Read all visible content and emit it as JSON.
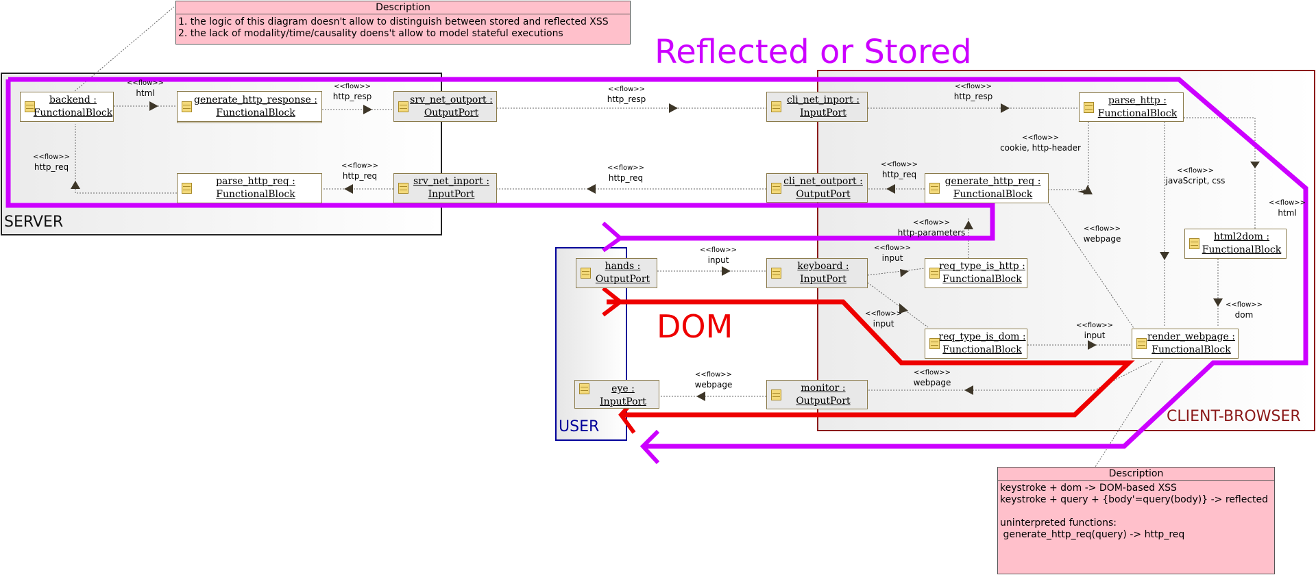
{
  "regions": {
    "server": "SERVER",
    "user": "USER",
    "client": "CLIENT-BROWSER"
  },
  "headings": {
    "reflected": "Reflected or Stored",
    "dom": "DOM"
  },
  "colors": {
    "magenta": "#cc00ff",
    "red": "#ee0000",
    "note_fill": "#ffc0cb",
    "user_border": "#000099",
    "client_border": "#8b1a1a"
  },
  "blocks": {
    "backend": [
      "backend :",
      "FunctionalBlock"
    ],
    "gen_resp": [
      "generate_http_response :",
      "FunctionalBlock"
    ],
    "srv_out": [
      "srv_net_outport :",
      "OutputPort"
    ],
    "cli_in": [
      "cli_net_inport :",
      "InputPort"
    ],
    "parse_http": [
      "parse_http :",
      "FunctionalBlock"
    ],
    "parse_req": [
      "parse_http_req :",
      "FunctionalBlock"
    ],
    "srv_in": [
      "srv_net_inport :",
      "InputPort"
    ],
    "cli_out": [
      "cli_net_outport :",
      "OutputPort"
    ],
    "gen_req": [
      "generate_http_req :",
      "FunctionalBlock"
    ],
    "html2dom": [
      "html2dom :",
      "FunctionalBlock"
    ],
    "hands": [
      "hands :",
      "OutputPort"
    ],
    "keyboard": [
      "keyboard :",
      "InputPort"
    ],
    "req_http": [
      "req_type_is_http :",
      "FunctionalBlock"
    ],
    "req_dom": [
      "req_type_is_dom :",
      "FunctionalBlock"
    ],
    "render": [
      "render_webpage :",
      "FunctionalBlock"
    ],
    "eye": [
      "eye : InputPort"
    ],
    "monitor": [
      "monitor :",
      "OutputPort"
    ]
  },
  "flows": {
    "stereotype": "<<flow>>",
    "html1": "html",
    "http_resp1": "http_resp",
    "http_resp2": "http_resp",
    "http_resp3": "http_resp",
    "http_req1": "http_req",
    "http_req2": "http_req",
    "http_req3": "http_req",
    "http_req4": "http_req",
    "cookie": "cookie, http-header",
    "js": "javaScript, css",
    "html2": "html",
    "params": "http-parameters",
    "webpage1": "webpage",
    "input1": "input",
    "input2": "input",
    "input3": "input",
    "input4": "input",
    "dom": "dom",
    "webpage2": "webpage",
    "webpage3": "webpage"
  },
  "note_top": {
    "title": "Description",
    "lines": [
      "1. the logic of this diagram doesn't allow to distinguish between stored and reflected XSS",
      "2. the lack of modality/time/causality doens't allow to model stateful executions"
    ]
  },
  "note_bottom": {
    "title": "Description",
    "lines": [
      "keystroke + dom -> DOM-based XSS",
      "keystroke + query + {body'=query(body)} -> reflected",
      "",
      "uninterpreted functions:",
      " generate_http_req(query) -> http_req"
    ]
  }
}
